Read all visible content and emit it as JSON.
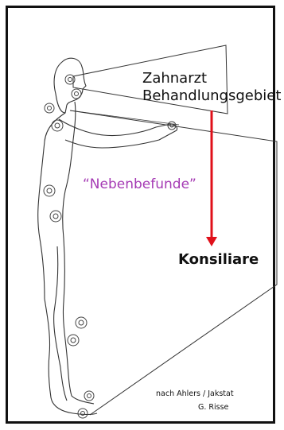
{
  "labels": {
    "title_line1": "Zahnarzt",
    "title_line2": "Behandlungsgebiet",
    "side_findings": "“Nebenbefunde”",
    "consultation": "Konsiliare",
    "credit": "nach Ahlers / Jakstat",
    "author": "G. Risse"
  },
  "colors": {
    "arrow": "#e0101a",
    "side_findings": "#a53ab4",
    "lines": "#333333"
  }
}
